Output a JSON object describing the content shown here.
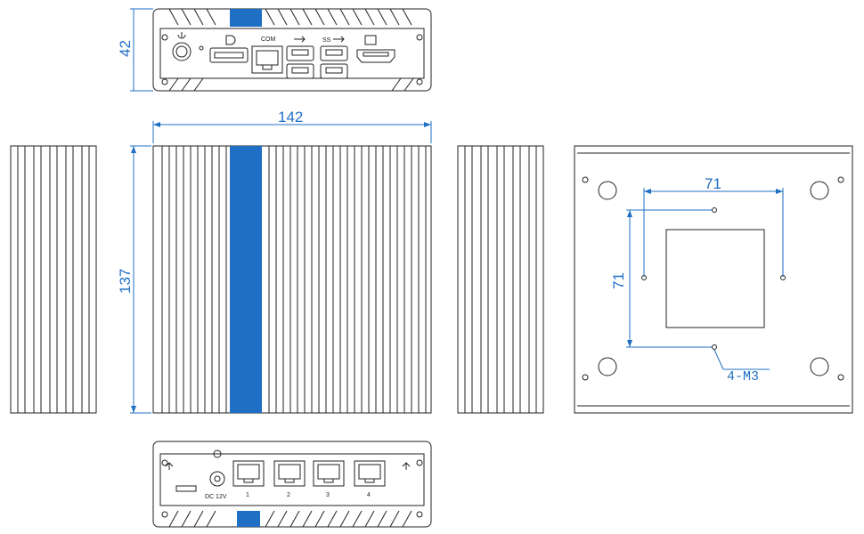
{
  "dimensions": {
    "height": "42",
    "width": "142",
    "depth": "137",
    "vesa_horizontal": "71",
    "vesa_vertical": "71",
    "screw_callout": "4-M3"
  },
  "front_panel": {
    "com_label": "COM",
    "usb3_label": "SS"
  },
  "rear_panel": {
    "dc_label": "DC 12V",
    "lan_labels": [
      "1",
      "2",
      "3",
      "4"
    ]
  },
  "colors": {
    "dimension": "#1f6fc4",
    "accent_stripe": "#1f6fc4",
    "line": "#222222"
  },
  "icons": [
    "power-icon",
    "displayport-icon",
    "usb-icon",
    "hdmi-icon",
    "ethernet-icon",
    "dc-power-icon",
    "wifi-antenna-icon"
  ]
}
